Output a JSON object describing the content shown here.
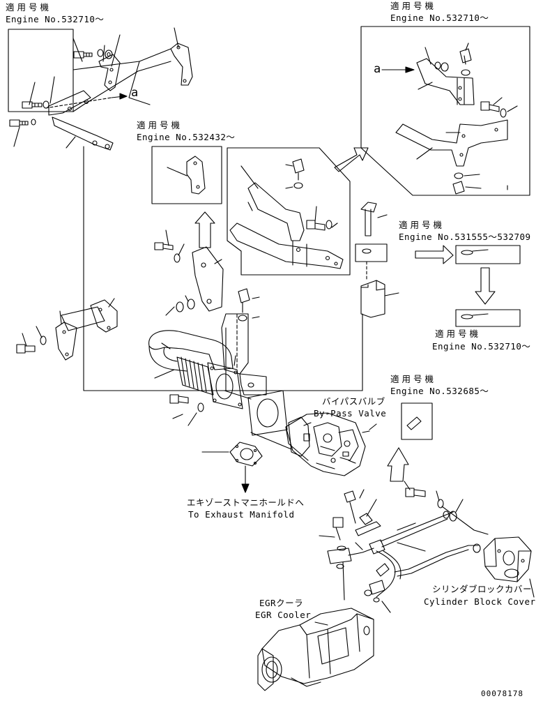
{
  "applicability": {
    "label_jp": "適用号機",
    "top_left": "Engine No.532710～",
    "top_right": "Engine No.532710～",
    "center_left": "Engine No.532432～",
    "right_mid": "Engine No.531555～532709",
    "right_lower": "Engine No.532710～",
    "center_right": "Engine No.532685～"
  },
  "views": {
    "arrow_a_left": "a",
    "arrow_a_right": "a"
  },
  "components": {
    "bypass_valve_jp": "バイパスバルブ",
    "bypass_valve_en": "By-Pass Valve",
    "exhaust_manifold_jp": "エキゾーストマニホールドへ",
    "exhaust_manifold_en": "To Exhaust Manifold",
    "cylinder_block_jp": "シリンダブロックカバー",
    "cylinder_block_en": "Cylinder Block Cover",
    "egr_cooler_jp": "EGRクーラ",
    "egr_cooler_en": "EGR Cooler"
  },
  "drawing_number": "00078178"
}
